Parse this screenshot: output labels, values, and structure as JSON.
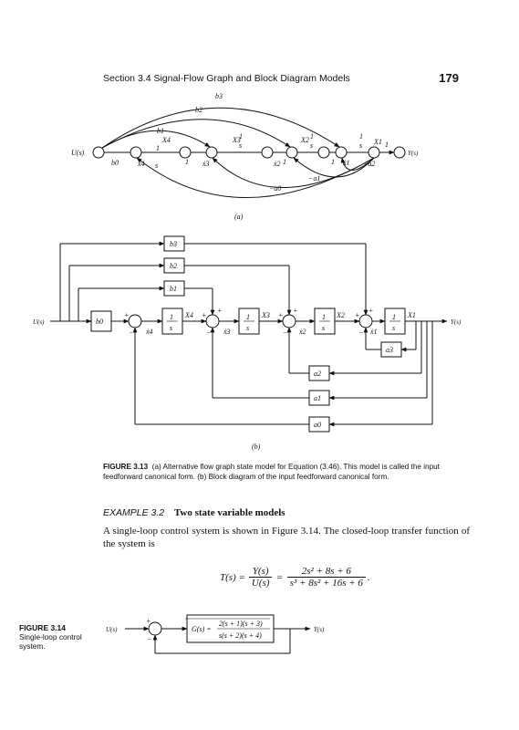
{
  "header": {
    "section": "Section 3.4   Signal-Flow Graph and Block Diagram Models",
    "page_number": "179"
  },
  "figure_a": {
    "panel_label": "(a)",
    "input_label": "U(s)",
    "output_label": "Y(s)",
    "gain_labels": [
      "b3",
      "b2",
      "b1",
      "b0",
      "1",
      "1",
      "1",
      "1",
      "−a2",
      "−a1",
      "−a0"
    ],
    "integrator_label": "1/s",
    "state_labels": [
      "X4",
      "X3",
      "X2",
      "X1"
    ],
    "derivative_labels": [
      "ẋ4",
      "ẋ3",
      "ẋ2",
      "ẋ1"
    ]
  },
  "figure_b": {
    "panel_label": "(b)",
    "input_label": "U(s)",
    "output_label": "Y(s)",
    "blocks": [
      "b3",
      "b2",
      "b1",
      "b0",
      "a3",
      "a2",
      "a1",
      "a0"
    ],
    "integrator": {
      "num": "1",
      "den": "s"
    },
    "state_labels": [
      "X4",
      "X3",
      "X2",
      "X1"
    ],
    "derivative_labels": [
      "ẋ4",
      "ẋ3",
      "ẋ2",
      "ẋ1"
    ]
  },
  "figure_313_caption": {
    "label": "FIGURE 3.13",
    "text": "(a) Alternative flow graph state model for Equation (3.46). This model is called the input feedforward canonical form. (b) Block diagram of the input feedforward canonical form."
  },
  "example": {
    "label": "EXAMPLE 3.2",
    "title": "Two state variable models",
    "paragraph": "A single-loop control system is shown in Figure 3.14. The closed-loop transfer function of the system is"
  },
  "equation": {
    "lhs": "T(s) =",
    "num1": "Y(s)",
    "den1": "U(s)",
    "eq": "=",
    "num2": "2s² + 8s + 6",
    "den2": "s³ + 8s² + 16s + 6",
    "end": "."
  },
  "figure_314": {
    "label": "FIGURE 3.14",
    "caption": "Single-loop control system.",
    "input_label": "U(s)",
    "output_label": "Y(s)",
    "block_lhs": "G(s) =",
    "block_num": "2(s + 1)(s + 3)",
    "block_den": "s(s + 2)(s + 4)"
  }
}
